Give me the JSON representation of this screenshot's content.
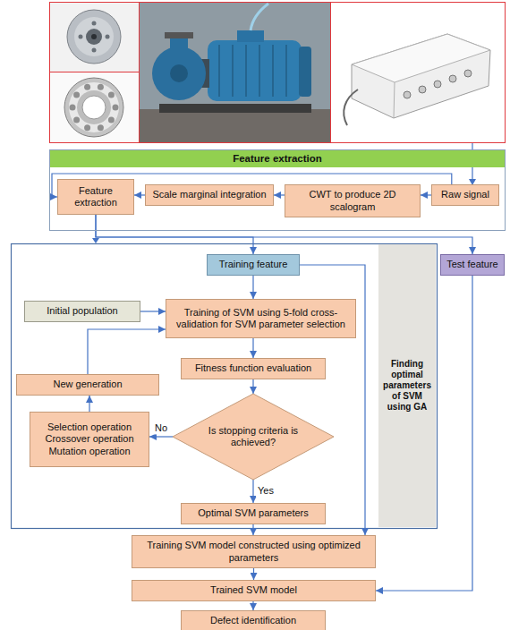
{
  "diagram": {
    "nodes": [
      {
        "text": [
          "Feature extraction"
        ]
      },
      {
        "text": [
          "Feature extraction"
        ],
        "in": 0
      },
      {
        "text": [
          "Scale marginal integration"
        ],
        "in": 0
      },
      {
        "text": [
          "CWT to produce 2D scalogram"
        ],
        "in": 0
      },
      {
        "text": [
          "Raw signal"
        ],
        "in": 0
      },
      {
        "text": [
          "Training feature"
        ]
      },
      {
        "text": [
          "Test feature"
        ]
      },
      {
        "text": [
          "Finding optimal parameters of SVM using GA"
        ]
      },
      {
        "text": [
          "Initial population"
        ]
      },
      {
        "text": [
          "Training of SVM using 5-fold cross-validation for SVM parameter selection"
        ]
      },
      {
        "text": [
          "Fitness function evaluation"
        ]
      },
      {
        "text": [
          "New generation"
        ]
      },
      {
        "text": [
          "Is stopping criteria is achieved?"
        ]
      },
      {
        "text": [
          "Selection operation",
          "Crossover operation",
          "Mutation operation"
        ]
      },
      {
        "text": [
          "Optimal SVM parameters"
        ]
      },
      {
        "text": [
          "Training SVM model constructed using optimized parameters"
        ]
      },
      {
        "text": [
          "Trained SVM model"
        ]
      },
      {
        "text": [
          "Defect identification"
        ]
      }
    ],
    "edges": [
      {
        "from": 4,
        "to": 3,
        "arrow": "to"
      },
      {
        "from": 3,
        "to": 2,
        "arrow": "to"
      },
      {
        "from": 2,
        "to": 1,
        "arrow": "to"
      },
      {
        "from": 4,
        "to": 1,
        "arrow": "to"
      },
      {
        "from": 1,
        "to": 5,
        "arrow": "to"
      },
      {
        "from": 1,
        "to": 6,
        "arrow": "to"
      },
      {
        "from": 5,
        "to": 9,
        "arrow": "to"
      },
      {
        "from": 8,
        "to": 9,
        "arrow": "to"
      },
      {
        "from": 9,
        "to": 10,
        "arrow": "to"
      },
      {
        "from": 10,
        "to": 12,
        "arrow": "to"
      },
      {
        "from": 12,
        "to": 13,
        "label": "No",
        "arrow": "to"
      },
      {
        "from": 13,
        "to": 11,
        "arrow": "to"
      },
      {
        "from": 11,
        "to": 9,
        "arrow": "to"
      },
      {
        "from": 12,
        "to": 14,
        "label": "Yes",
        "arrow": "to"
      },
      {
        "from": 14,
        "to": 15,
        "arrow": "to"
      },
      {
        "from": 5,
        "to": 15,
        "arrow": "to"
      },
      {
        "from": 15,
        "to": 16,
        "arrow": "to"
      },
      {
        "from": 6,
        "to": 16,
        "arrow": "to"
      },
      {
        "from": 16,
        "to": 17,
        "arrow": "to"
      }
    ]
  }
}
